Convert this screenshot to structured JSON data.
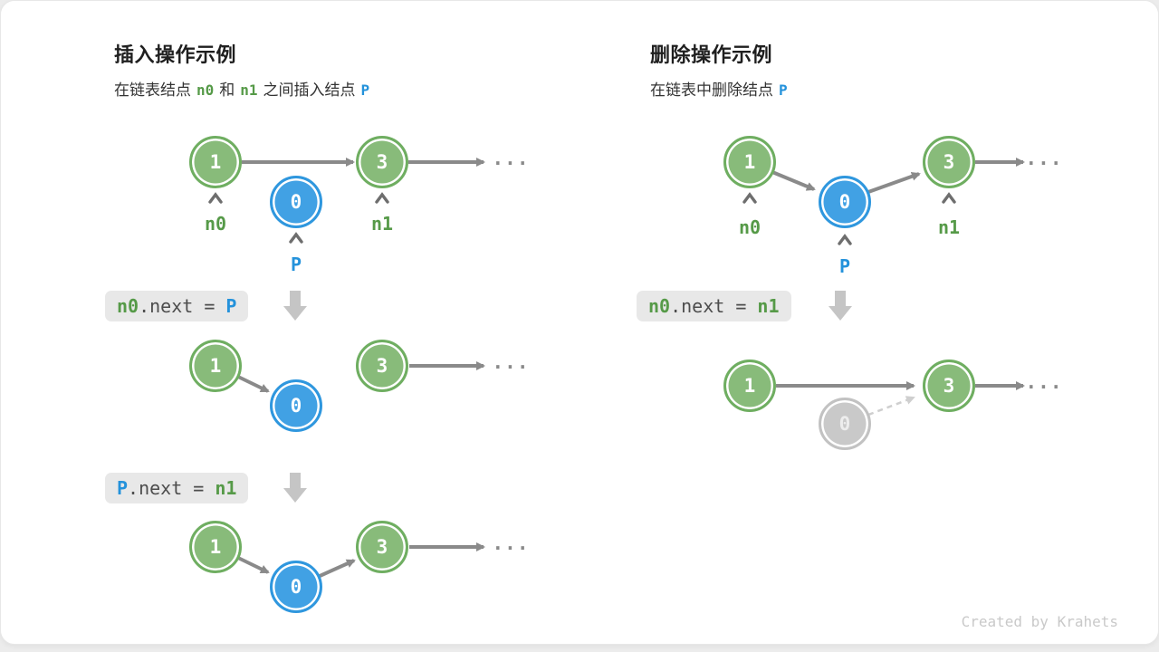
{
  "colors": {
    "node-green": "#88BB7A",
    "node-green-border": "#6FAE61",
    "node-blue": "#41A1E4",
    "node-blue-border": "#2F97DE",
    "node-gray": "#C9C9C9",
    "node-gray-border": "#C2C2C2",
    "arrow": "#8A8A8A",
    "arrow-light": "#CFCFCF",
    "code-bg": "#E8E8E8",
    "code-text": "#4D4D4D",
    "green-text": "#569A48",
    "blue-text": "#2492DB",
    "title-text": "#1F1F1F",
    "subtitle-text": "#333333",
    "block-arrow": "#C5C5C5",
    "caret": "#6E6E6E",
    "credit-text": "#C9C9C9"
  },
  "insert": {
    "title": "插入操作示例",
    "subtitle": {
      "seg1": "在链表结点",
      "id1": "n0",
      "seg2": "和",
      "id2": "n1",
      "seg3": "之间插入结点",
      "id3": "P"
    },
    "node_values": {
      "one": "1",
      "zero": "0",
      "three": "3"
    },
    "pointer_labels": {
      "n0": "n0",
      "n1": "n1",
      "p": "P"
    },
    "ellipsis": "...",
    "code1": {
      "lhs": "n0",
      "mid": ".next = ",
      "rhs": "P"
    },
    "code2": {
      "lhs": "P",
      "mid": ".next = ",
      "rhs": "n1"
    }
  },
  "delete": {
    "title": "删除操作示例",
    "subtitle": {
      "seg1": "在链表中删除结点",
      "id1": "P"
    },
    "node_values": {
      "one": "1",
      "zero": "0",
      "three": "3"
    },
    "pointer_labels": {
      "n0": "n0",
      "n1": "n1",
      "p": "P"
    },
    "ellipsis": "...",
    "code1": {
      "lhs": "n0",
      "mid": ".next = ",
      "rhs": "n1"
    }
  },
  "footer": {
    "credit": "Created by Krahets"
  }
}
